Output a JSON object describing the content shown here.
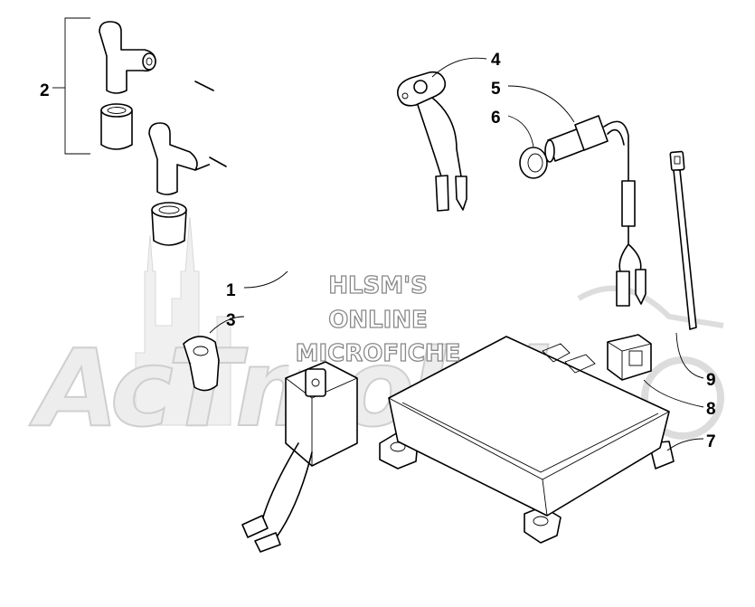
{
  "watermark": {
    "lines": [
      "HLSM'S",
      "ONLINE",
      "MICROFICHE"
    ],
    "logo_text": "AcTmolni",
    "logo_color": "#e6e6e6"
  },
  "callouts": [
    {
      "id": "1",
      "text": "1"
    },
    {
      "id": "2",
      "text": "2"
    },
    {
      "id": "3",
      "text": "3"
    },
    {
      "id": "4",
      "text": "4"
    },
    {
      "id": "5",
      "text": "5"
    },
    {
      "id": "6",
      "text": "6"
    },
    {
      "id": "7",
      "text": "7"
    },
    {
      "id": "8",
      "text": "8"
    },
    {
      "id": "9",
      "text": "9"
    }
  ],
  "colors": {
    "ink": "#000000",
    "background": "#ffffff",
    "watermark": "#e6e6e6"
  }
}
